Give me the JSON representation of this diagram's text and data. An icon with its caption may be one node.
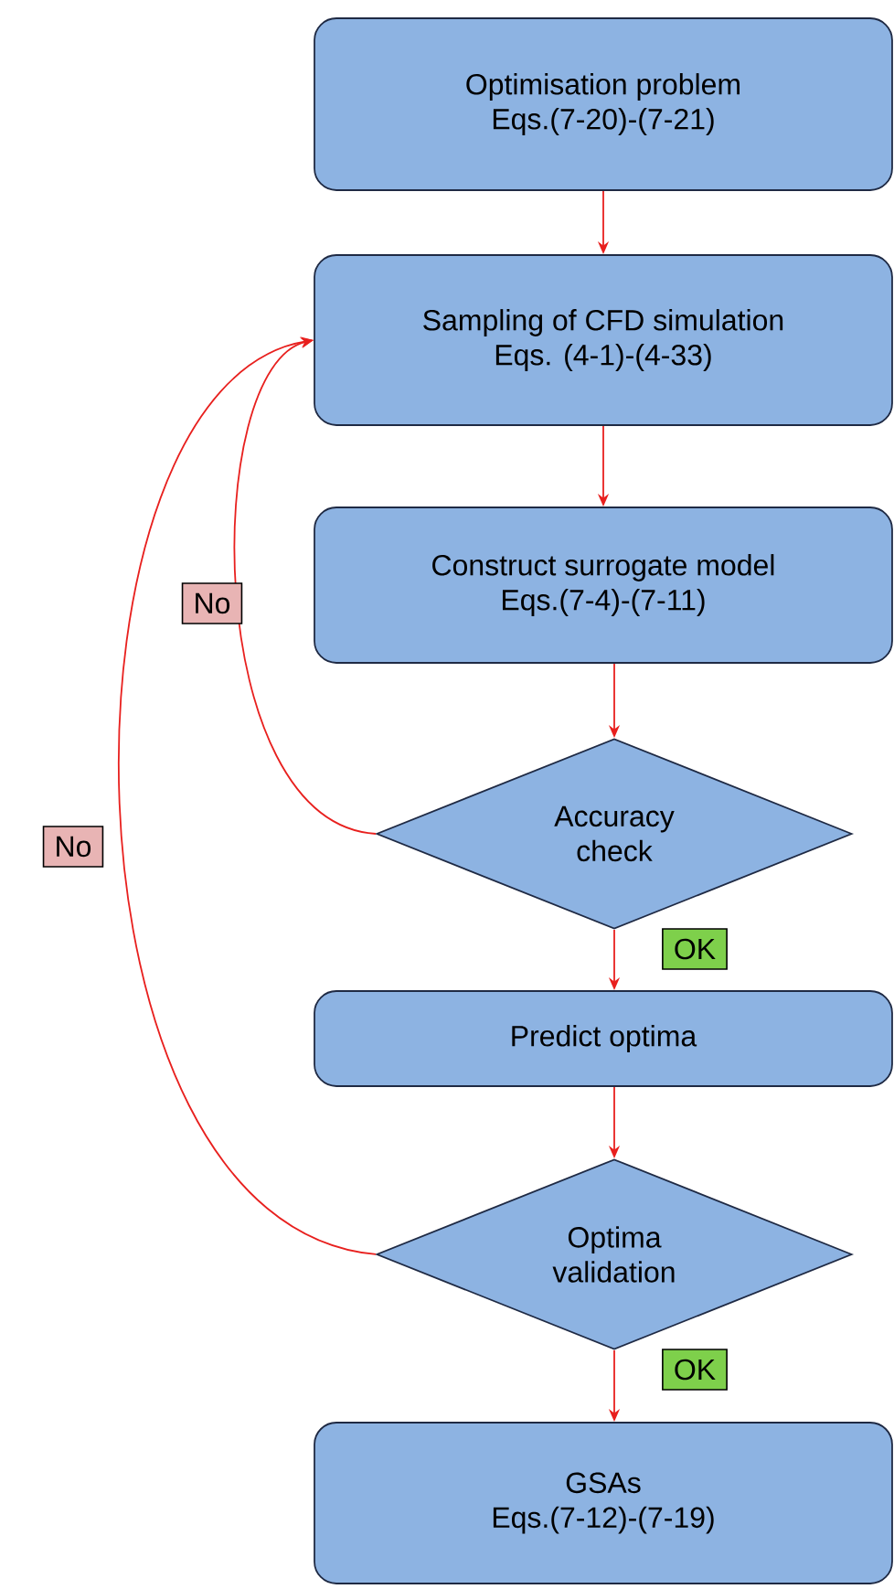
{
  "diagram": {
    "nodes": [
      {
        "text": [
          "Optimisation problem",
          "Eqs.(7-20)-(7-21)"
        ]
      },
      {
        "text": [
          "Sampling of CFD simulation",
          "Eqs. (4-1)-(4-33)"
        ]
      },
      {
        "text": [
          "Construct surrogate model",
          "Eqs.(7-4)-(7-11)"
        ]
      },
      {
        "text": [
          "Accuracy check"
        ]
      },
      {
        "text": [
          "Predict optima"
        ]
      },
      {
        "text": [
          "Optima validation"
        ]
      },
      {
        "text": [
          "GSAs",
          "Eqs.(7-12)-(7-19)"
        ]
      }
    ],
    "edges": [
      {
        "from": 0,
        "to": 1,
        "arrow": "to"
      },
      {
        "from": 1,
        "to": 2,
        "arrow": "to"
      },
      {
        "from": 2,
        "to": 3,
        "arrow": "to"
      },
      {
        "from": 3,
        "to": 4,
        "arrow": "to",
        "label": "OK"
      },
      {
        "from": 4,
        "to": 5,
        "arrow": "to"
      },
      {
        "from": 5,
        "to": 6,
        "arrow": "to",
        "label": "OK"
      },
      {
        "from": 3,
        "to": 1,
        "arrow": "to",
        "label": "No"
      },
      {
        "from": 5,
        "to": 1,
        "arrow": "to",
        "label": "No"
      }
    ]
  }
}
